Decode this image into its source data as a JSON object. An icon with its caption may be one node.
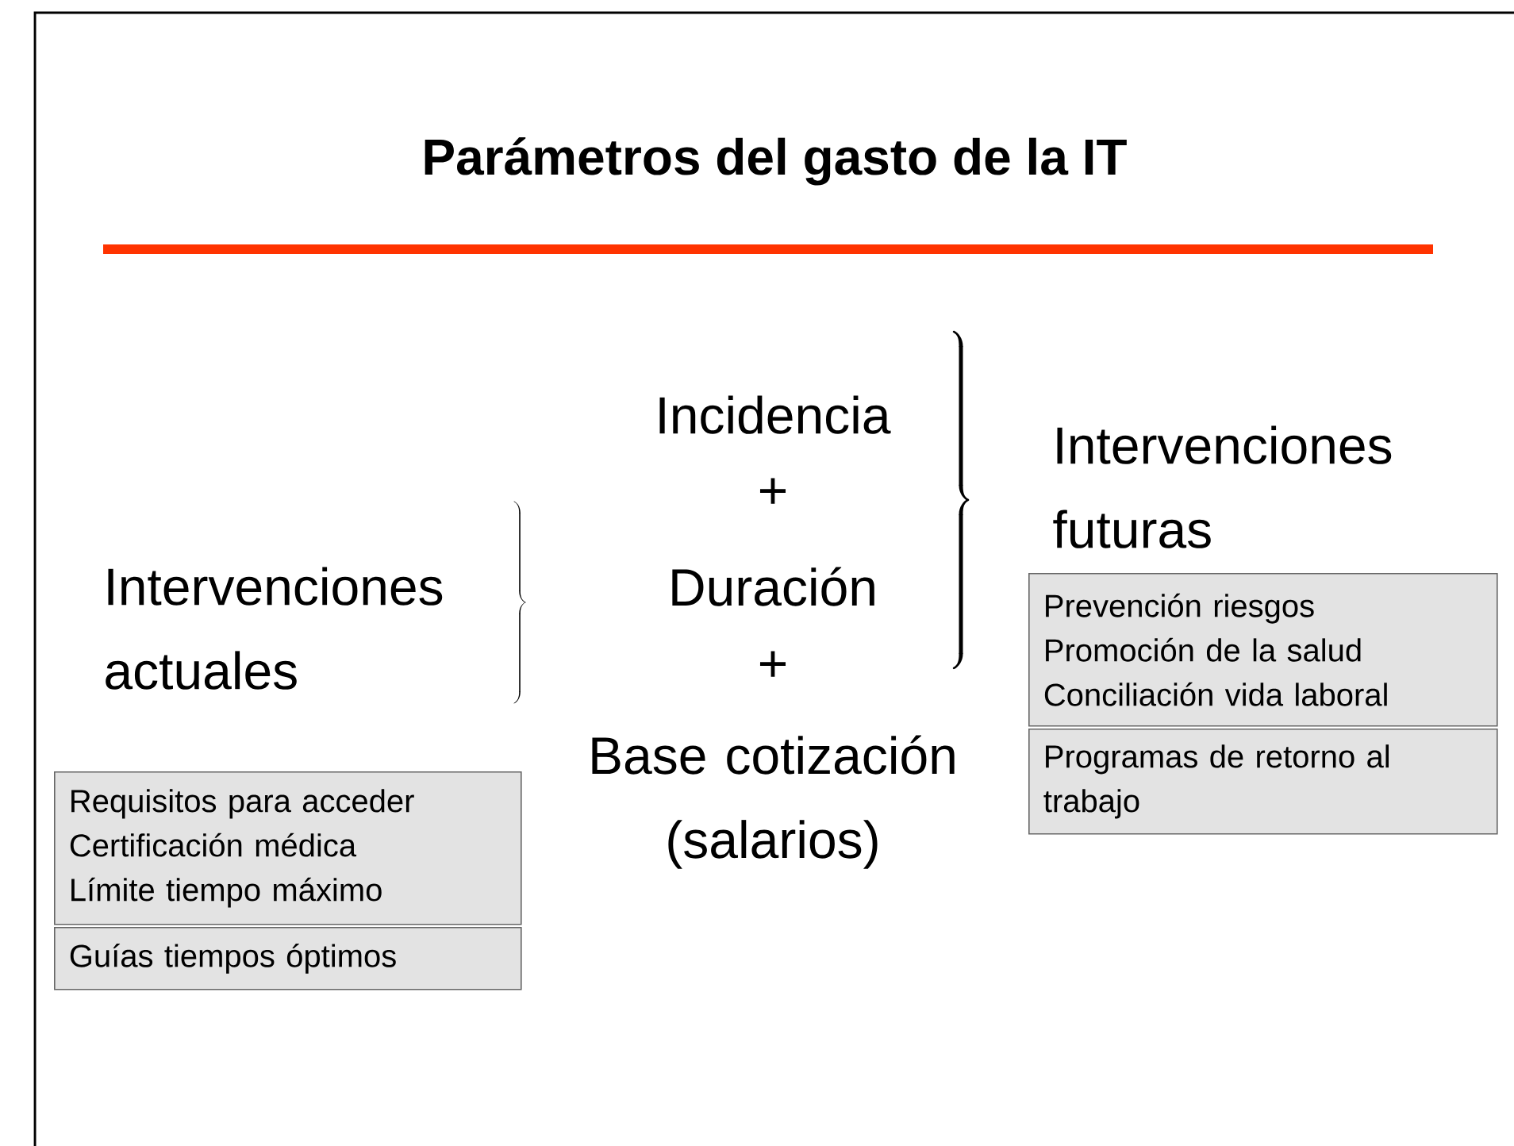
{
  "diagram": {
    "title": "Parámetros del gasto de la IT",
    "nodes": [
      {
        "text": [
          "Requisitos para acceder",
          "Certificación médica",
          "Límite tiempo máximo"
        ]
      },
      {
        "text": [
          "Guías tiempos óptimos"
        ]
      },
      {
        "text": [
          "Prevención riesgos",
          "Promoción de la salud",
          "Conciliación vida laboral"
        ]
      },
      {
        "text": [
          "Programas de retorno al trabajo"
        ]
      }
    ],
    "edges": [],
    "labels": [
      "Incidencia",
      "Intervenciones futuras",
      "+",
      "Intervenciones actuales",
      "Duración",
      "+",
      "Base cotización (salarios)"
    ]
  }
}
